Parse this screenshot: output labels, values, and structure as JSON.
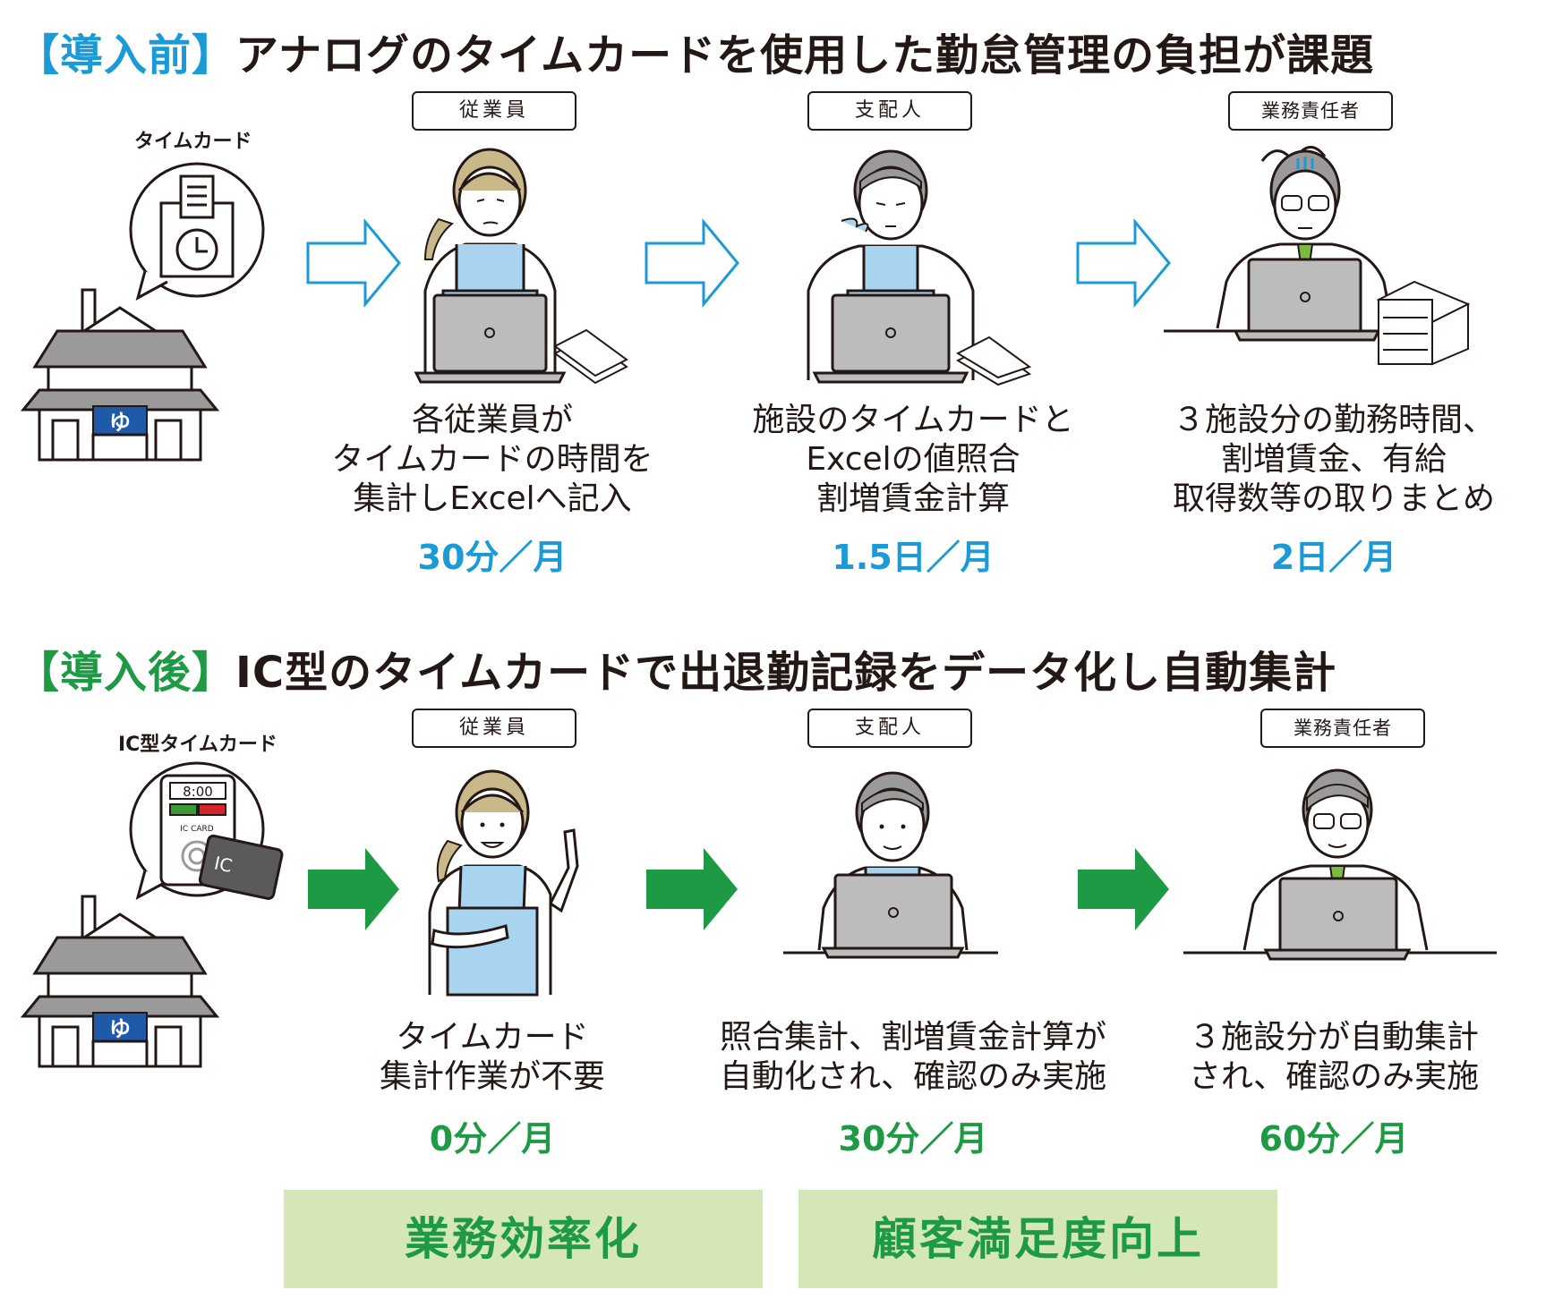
{
  "before": {
    "tag": "【導入前】",
    "title": "アナログのタイムカードを使用した勤怠管理の負担が課題",
    "device_label": "タイムカード",
    "facility_sign": "ゆ",
    "roles": [
      "従業員",
      "支配人",
      "業務責任者"
    ],
    "steps": [
      {
        "lines": [
          "各従業員が",
          "タイムカードの時間を",
          "集計しExcelへ記入"
        ],
        "time": "30分／月"
      },
      {
        "lines": [
          "施設のタイムカードと",
          "Excelの値照合",
          "割増賃金計算"
        ],
        "time": "1.5日／月"
      },
      {
        "lines": [
          "３施設分の勤務時間、",
          "割増賃金、有給",
          "取得数等の取りまとめ"
        ],
        "time": "2日／月"
      }
    ]
  },
  "after": {
    "tag": "【導入後】",
    "title": "IC型のタイムカードで出退勤記録をデータ化し自動集計",
    "device_label": "IC型タイムカード",
    "device_clock": "8:00",
    "card_reader_label": "IC CARD",
    "card_label": "IC",
    "facility_sign": "ゆ",
    "roles": [
      "従業員",
      "支配人",
      "業務責任者"
    ],
    "steps": [
      {
        "lines": [
          "タイムカード",
          "集計作業が不要"
        ],
        "time": "0分／月"
      },
      {
        "lines": [
          "照合集計、割増賃金計算が",
          "自動化され、確認のみ実施"
        ],
        "time": "30分／月"
      },
      {
        "lines": [
          "３施設分が自動集計",
          "され、確認のみ実施"
        ],
        "time": "60分／月"
      }
    ]
  },
  "benefits": [
    "業務効率化",
    "顧客満足度向上"
  ],
  "colors": {
    "before_accent": "#1a9ad6",
    "after_accent": "#1f9a44",
    "benefit_bg": "#d5e7b6",
    "apron": "#a8d4f0",
    "laptop": "#bcbcbc",
    "tie": "#7dbb3f"
  },
  "icons": [
    "timecard-icon",
    "clock-icon",
    "ic-card-reader-icon",
    "facility-icon",
    "arrow-right-icon",
    "laptop-icon",
    "document-stack-icon"
  ]
}
